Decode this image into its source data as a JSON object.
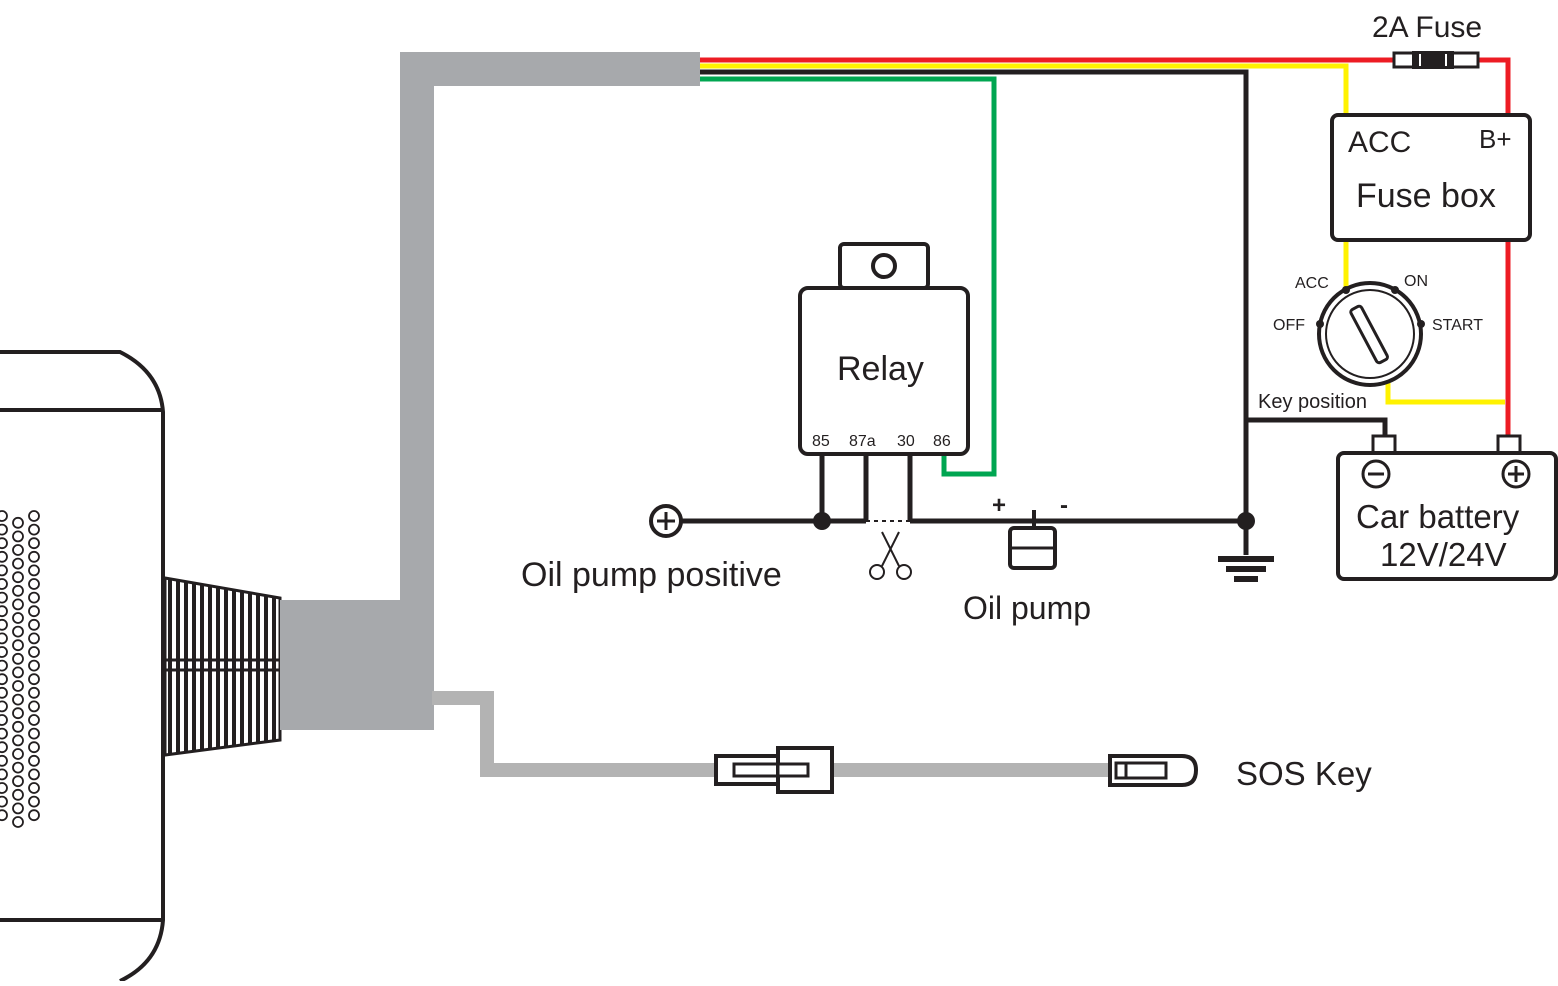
{
  "labels": {
    "fuse": "2A  Fuse",
    "fuse_box_acc": "ACC",
    "fuse_box_bplus": "B+",
    "fuse_box": "Fuse box",
    "key_acc": "ACC",
    "key_on": "ON",
    "key_off": "OFF",
    "key_start": "START",
    "key_position": "Key position",
    "relay": "Relay",
    "pin_85": "85",
    "pin_87a": "87a",
    "pin_30": "30",
    "pin_86": "86",
    "oil_pump_positive": "Oil pump positive",
    "oil_pump": "Oil pump",
    "plus": "+",
    "minus": "-",
    "car_battery_line1": "Car battery",
    "car_battery_line2": "12V/24V",
    "sos_key": "SOS Key"
  },
  "colors": {
    "red": "#ed1c24",
    "yellow": "#fff200",
    "green": "#00a651",
    "black": "#231f20",
    "cable_gray": "#a7a9ac",
    "sos_gray": "#b3b3b3"
  }
}
